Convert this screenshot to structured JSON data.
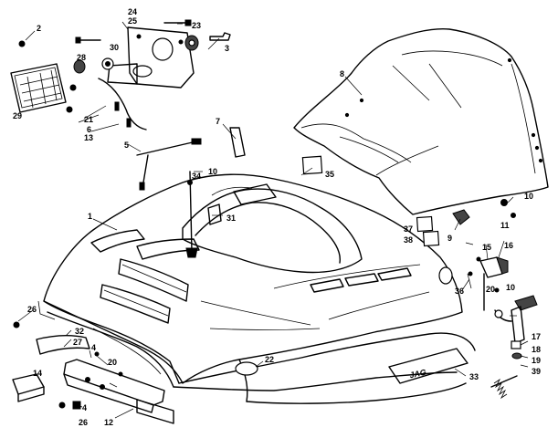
{
  "callouts": [
    "1",
    "2",
    "3",
    "4",
    "4",
    "5",
    "6",
    "7",
    "8",
    "9",
    "10",
    "10",
    "10",
    "11",
    "12",
    "13",
    "14",
    "15",
    "16",
    "17",
    "18",
    "19",
    "20",
    "20",
    "21",
    "22",
    "23",
    "24",
    "25",
    "26",
    "26",
    "27",
    "28",
    "29",
    "30",
    "31",
    "32",
    "33",
    "34",
    "35",
    "36",
    "37",
    "38",
    "39"
  ],
  "decal_text": "JAG"
}
